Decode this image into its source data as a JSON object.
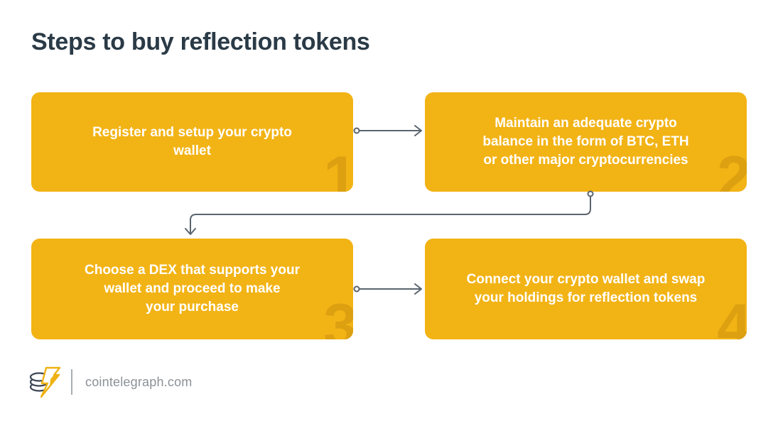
{
  "title": "Steps to buy reflection tokens",
  "steps": [
    {
      "number": "1",
      "lines": [
        "Register and setup your crypto",
        "wallet"
      ]
    },
    {
      "number": "2",
      "lines": [
        "Maintain an adequate crypto",
        "balance in the form of BTC, ETH",
        "or other major cryptocurrencies"
      ]
    },
    {
      "number": "3",
      "lines": [
        "Choose a DEX that supports your",
        "wallet and proceed to make",
        "your purchase"
      ]
    },
    {
      "number": "4",
      "lines": [
        "Connect your crypto wallet and swap",
        "your holdings for reflection tokens"
      ]
    }
  ],
  "footer": {
    "site_label": "cointelegraph.com",
    "logo_icon": "cointelegraph-coin-bolt-icon"
  },
  "colors": {
    "box_background": "#F2B315",
    "box_number": "#DCA011",
    "box_text": "#FFFFFF",
    "title_text": "#2A3A46",
    "connector": "#5A646E",
    "footer_text": "#8B9196",
    "logo_coin_outline": "#3C4653",
    "logo_bolt": "#EFB214"
  }
}
